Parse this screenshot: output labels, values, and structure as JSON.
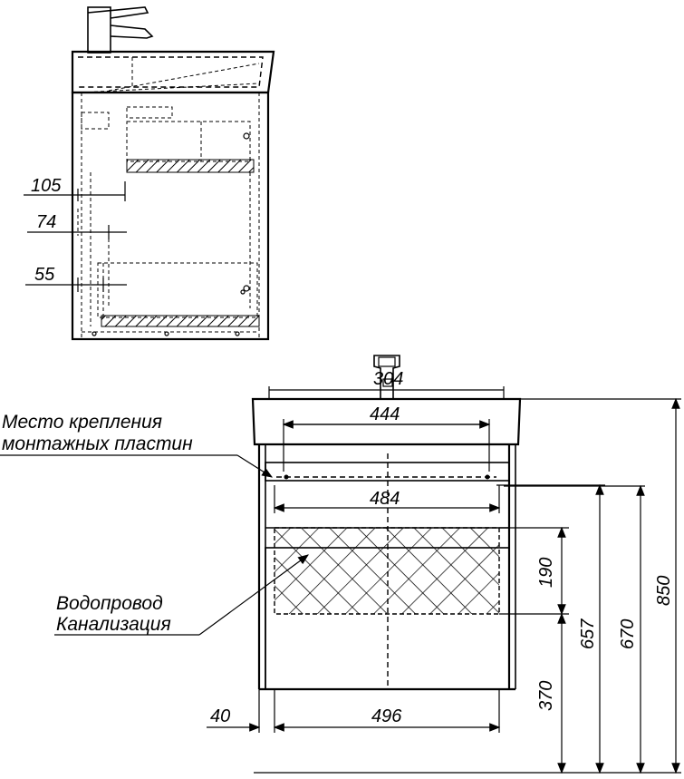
{
  "labels": {
    "mount_line1": "Место крепления",
    "mount_line2": "монтажных пластин",
    "water_line1": "Водопровод",
    "water_line2": "Канализация"
  },
  "side_view": {
    "dim_105": "105",
    "dim_74": "74",
    "dim_55": "55"
  },
  "front_view": {
    "dim_304": "304",
    "dim_444": "444",
    "dim_484": "484",
    "dim_496": "496",
    "dim_40": "40",
    "dim_190": "190",
    "dim_370": "370",
    "dim_657": "657",
    "dim_670": "670",
    "dim_850": "850"
  },
  "colors": {
    "line": "#000000",
    "background": "#ffffff"
  }
}
